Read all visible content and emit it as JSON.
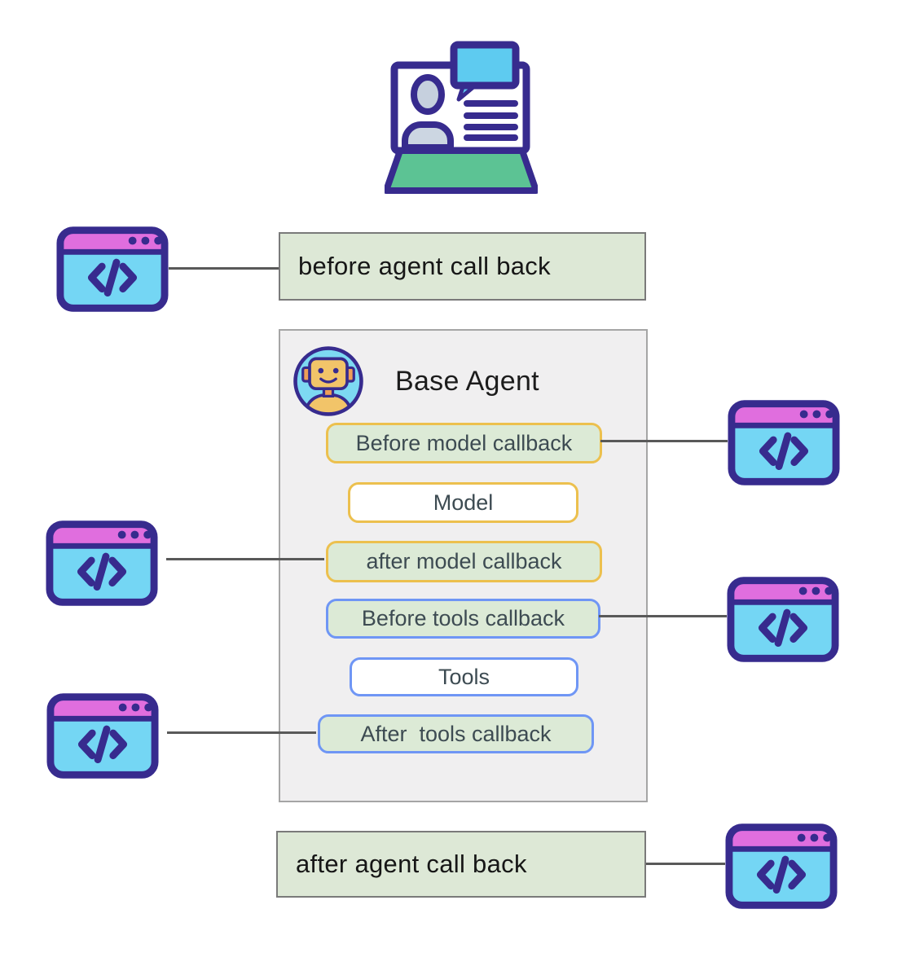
{
  "colors": {
    "indigo": "#372b8e",
    "window_pink": "#e06ede",
    "window_cyan": "#74d6f4",
    "laptop_green": "#5cc394",
    "outer_box_green": "#dde8d6",
    "agent_panel_gray": "#f0eff0",
    "gold_border": "#ecc04e",
    "blue_border": "#6f96f5",
    "connector_gray": "#595959",
    "pill_text": "#3d4b52"
  },
  "top_icon_name": "video-call-laptop-icon",
  "outer": {
    "before_agent_label": "before agent call back",
    "after_agent_label": "after agent call back"
  },
  "agent": {
    "title": "Base Agent",
    "items": [
      {
        "label": "Before model callback"
      },
      {
        "label": "Model"
      },
      {
        "label": "after model callback"
      },
      {
        "label": "Before tools callback"
      },
      {
        "label": "Tools"
      },
      {
        "label": "After  tools callback"
      }
    ]
  }
}
